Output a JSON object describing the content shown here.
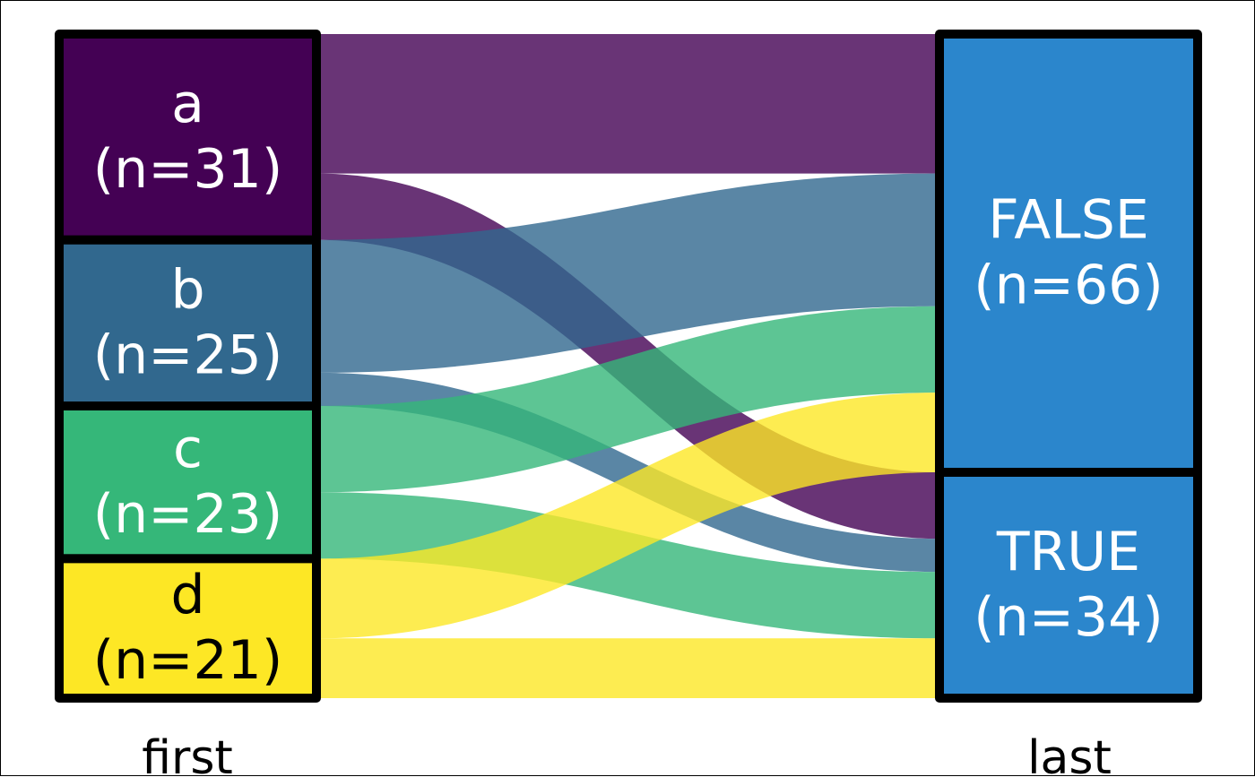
{
  "chart_data": {
    "type": "alluvial",
    "axes": [
      {
        "label": "first",
        "strata": [
          {
            "name": "a",
            "count_label": "(n=31)",
            "value": 31,
            "color": "#440154",
            "text_color": "#ffffff"
          },
          {
            "name": "b",
            "count_label": "(n=25)",
            "value": 25,
            "color": "#31688E",
            "text_color": "#ffffff"
          },
          {
            "name": "c",
            "count_label": "(n=23)",
            "value": 23,
            "color": "#35B779",
            "text_color": "#ffffff"
          },
          {
            "name": "d",
            "count_label": "(n=21)",
            "value": 21,
            "color": "#FDE725",
            "text_color": "#000000"
          }
        ]
      },
      {
        "label": "last",
        "strata": [
          {
            "name": "FALSE",
            "count_label": "(n=66)",
            "value": 66,
            "color": "#2B86CC",
            "text_color": "#ffffff"
          },
          {
            "name": "TRUE",
            "count_label": "(n=34)",
            "value": 34,
            "color": "#2B86CC",
            "text_color": "#ffffff"
          }
        ]
      }
    ],
    "flows": [
      {
        "from": "a",
        "to": "FALSE",
        "value": 21
      },
      {
        "from": "a",
        "to": "TRUE",
        "value": 10
      },
      {
        "from": "b",
        "to": "FALSE",
        "value": 20
      },
      {
        "from": "b",
        "to": "TRUE",
        "value": 5
      },
      {
        "from": "c",
        "to": "FALSE",
        "value": 13
      },
      {
        "from": "c",
        "to": "TRUE",
        "value": 10
      },
      {
        "from": "d",
        "to": "FALSE",
        "value": 12
      },
      {
        "from": "d",
        "to": "TRUE",
        "value": 9
      }
    ]
  }
}
